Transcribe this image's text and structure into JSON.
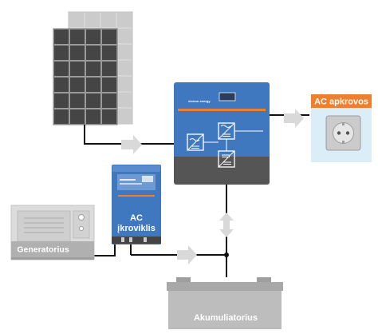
{
  "labels": {
    "ac_loads": "AC apkrovos",
    "ac_charger_line1": "AC",
    "ac_charger_line2": "įkroviklis",
    "generator": "Generatorius",
    "battery": "Akumuliatorius"
  },
  "brand_logo_text": "victron energy",
  "colors": {
    "victron_blue": "#3f78bf",
    "accent_orange": "#ee7f2e",
    "panel_dark": "#4a4a4a",
    "panel_light": "#cfcfcf",
    "wire": "#111111",
    "arrow": "#d9d9d9",
    "socket_box": "#dbeef7",
    "generator_grey": "#dcdcdc",
    "battery_grey": "#bdbdbd"
  },
  "icons": [
    "solar-panel-icon",
    "inverter-icon",
    "socket-icon",
    "charger-icon",
    "generator-icon",
    "battery-icon",
    "flow-arrow-icon"
  ]
}
